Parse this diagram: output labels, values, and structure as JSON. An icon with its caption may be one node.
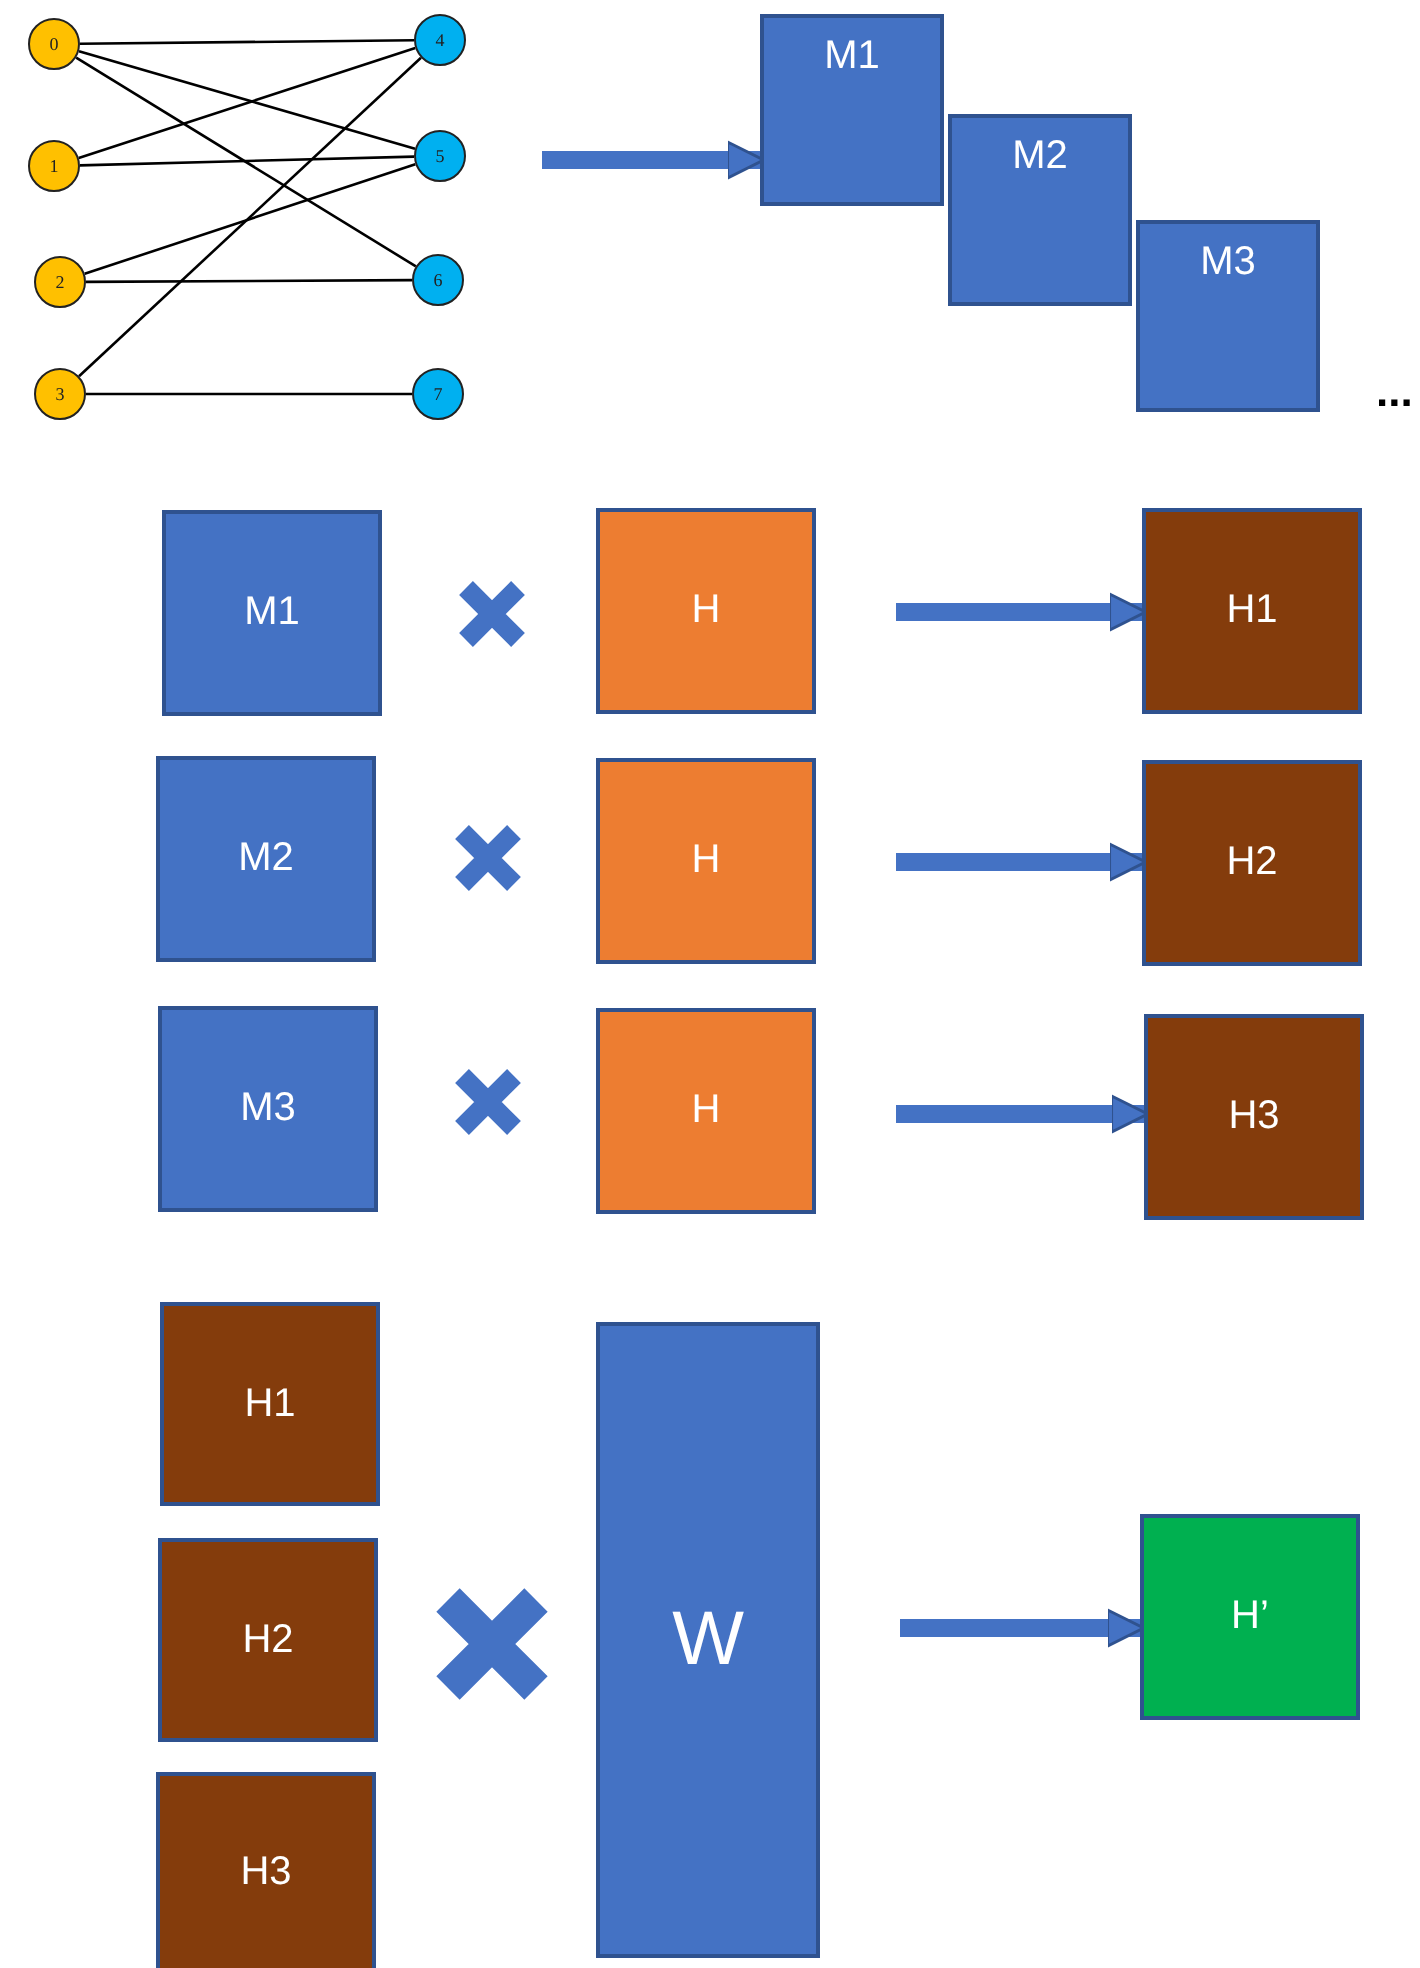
{
  "diagram": {
    "nodes": [
      {
        "text": [
          "0"
        ]
      },
      {
        "text": [
          "1"
        ]
      },
      {
        "text": [
          "2"
        ]
      },
      {
        "text": [
          "3"
        ]
      },
      {
        "text": [
          "4"
        ]
      },
      {
        "text": [
          "5"
        ]
      },
      {
        "text": [
          "6"
        ]
      },
      {
        "text": [
          "7"
        ]
      },
      {
        "text": [
          "M1"
        ]
      },
      {
        "text": [
          "M2"
        ]
      },
      {
        "text": [
          "M3"
        ]
      },
      {
        "text": [
          "M1"
        ]
      },
      {
        "text": [
          "H"
        ]
      },
      {
        "text": [
          "H1"
        ]
      },
      {
        "text": [
          "M2"
        ]
      },
      {
        "text": [
          "H"
        ]
      },
      {
        "text": [
          "H2"
        ]
      },
      {
        "text": [
          "M3"
        ]
      },
      {
        "text": [
          "H"
        ]
      },
      {
        "text": [
          "H3"
        ]
      },
      {
        "text": [
          "H1"
        ]
      },
      {
        "text": [
          "H2"
        ]
      },
      {
        "text": [
          "H3"
        ]
      },
      {
        "text": [
          "W"
        ]
      },
      {
        "text": [
          "H’"
        ]
      }
    ],
    "edges": [
      {
        "from": 0,
        "to": 4,
        "arrow": "none"
      },
      {
        "from": 0,
        "to": 5,
        "arrow": "none"
      },
      {
        "from": 0,
        "to": 6,
        "arrow": "none"
      },
      {
        "from": 1,
        "to": 4,
        "arrow": "none"
      },
      {
        "from": 1,
        "to": 5,
        "arrow": "none"
      },
      {
        "from": 2,
        "to": 5,
        "arrow": "none"
      },
      {
        "from": 2,
        "to": 6,
        "arrow": "none"
      },
      {
        "from": 3,
        "to": 4,
        "arrow": "none"
      },
      {
        "from": 3,
        "to": 7,
        "arrow": "none"
      },
      {
        "from": null,
        "to": 8,
        "arrow": "to",
        "style": "thick",
        "color": "#4472c4"
      },
      {
        "from": 12,
        "to": 13,
        "arrow": "to",
        "style": "thick",
        "color": "#4472c4"
      },
      {
        "from": 15,
        "to": 16,
        "arrow": "to",
        "style": "thick",
        "color": "#4472c4"
      },
      {
        "from": 18,
        "to": 19,
        "arrow": "to",
        "style": "thick",
        "color": "#4472c4"
      },
      {
        "from": 23,
        "to": 24,
        "arrow": "to",
        "style": "thick",
        "color": "#4472c4"
      }
    ],
    "labels": [
      "..."
    ]
  }
}
